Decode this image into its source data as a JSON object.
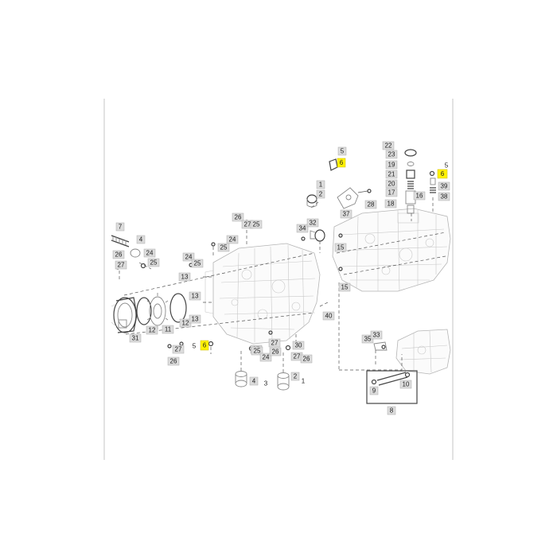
{
  "callouts": {
    "c1": "5",
    "c2": "6",
    "c3": "22",
    "c4": "23",
    "c5": "19",
    "c6": "21",
    "c7": "20",
    "c8": "17",
    "c9": "16",
    "c10": "18",
    "c11": "5",
    "c12": "6",
    "c13": "39",
    "c14": "38",
    "c15": "1",
    "c16": "2",
    "c17": "37",
    "c18": "28",
    "c19": "26",
    "c20": "27",
    "c21": "25",
    "c22": "34",
    "c23": "32",
    "c24": "7",
    "c25": "4",
    "c26": "24",
    "c27": "25",
    "c28": "26",
    "c29": "27",
    "c30": "24",
    "c31": "25",
    "c32": "15",
    "c33": "15",
    "c34": "13",
    "c35": "13",
    "c36": "40",
    "c37": "31",
    "c38": "12",
    "c39": "11",
    "c40": "12",
    "c41": "13",
    "c42": "27",
    "c43": "26",
    "c44": "6",
    "c45": "5",
    "c46": "27",
    "c47": "25",
    "c48": "24",
    "c49": "26",
    "c50": "30",
    "c51": "27",
    "c52": "26",
    "c53": "35",
    "c54": "33",
    "c55": "4",
    "c56": "3",
    "c57": "2",
    "c58": "1",
    "c59": "9",
    "c60": "10",
    "c61": "8"
  },
  "colors": {
    "highlight": "#fff200",
    "callout_bg": "#dcdcdc"
  }
}
